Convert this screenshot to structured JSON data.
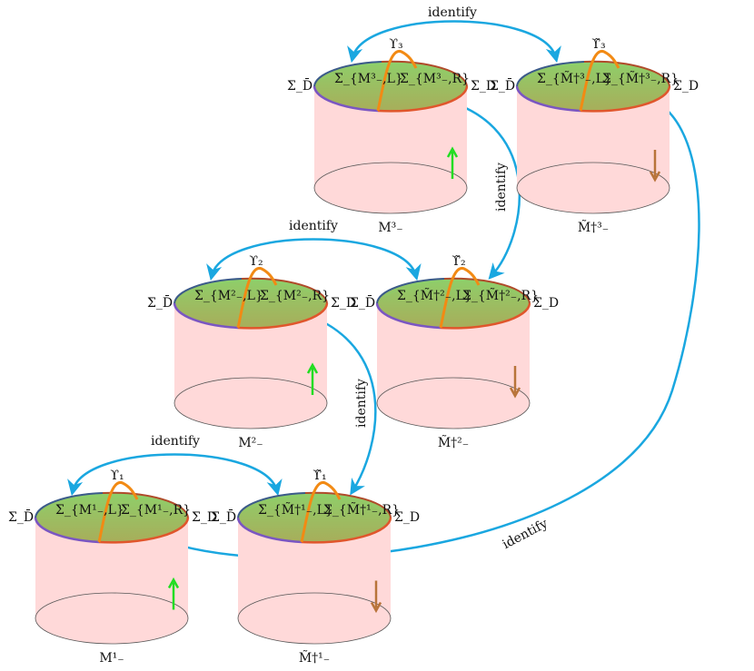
{
  "colors": {
    "body_fill": "#ffd9d9",
    "top_fill_light": "#8ecf6a",
    "top_fill_dark": "#a8ad5a",
    "left_rim": "#7a56c2",
    "right_rim": "#e0562c",
    "dividing_curve": "#f28a14",
    "identify_arrow": "#1aa7e0",
    "up_arrow": "#22dd22",
    "down_arrow": "#b8743a"
  },
  "identify_label": "identify",
  "cylinders": [
    {
      "id": "m3",
      "top_curve_label": "ϒ₃",
      "left_region": "Σ_{M³₋,L}",
      "right_region": "Σ_{M³₋,R}",
      "left_boundary": "Σ_D̄",
      "right_boundary": "Σ_D",
      "bottom_label": "M³₋",
      "arrow": "up"
    },
    {
      "id": "mt3",
      "top_curve_label": "ϒ̃₃",
      "left_region": "Σ_{M̃†³₋,L}",
      "right_region": "Σ_{M̃†³₋,R}",
      "left_boundary": "Σ_D̄",
      "right_boundary": "Σ_D",
      "bottom_label": "M̃†³₋",
      "arrow": "down"
    },
    {
      "id": "m2",
      "top_curve_label": "ϒ₂",
      "left_region": "Σ_{M²₋,L}",
      "right_region": "Σ_{M²₋,R}",
      "left_boundary": "Σ_D̄",
      "right_boundary": "Σ_D",
      "bottom_label": "M²₋",
      "arrow": "up"
    },
    {
      "id": "mt2",
      "top_curve_label": "ϒ̃₂",
      "left_region": "Σ_{M̃†²₋,L}",
      "right_region": "Σ_{M̃†²₋,R}",
      "left_boundary": "Σ_D̄",
      "right_boundary": "Σ_D",
      "bottom_label": "M̃†²₋",
      "arrow": "down"
    },
    {
      "id": "m1",
      "top_curve_label": "ϒ₁",
      "left_region": "Σ_{M¹₋,L}",
      "right_region": "Σ_{M¹₋,R}",
      "left_boundary": "Σ_D̄",
      "right_boundary": "Σ_D",
      "bottom_label": "M¹₋",
      "arrow": "up"
    },
    {
      "id": "mt1",
      "top_curve_label": "ϒ̃₁",
      "left_region": "Σ_{M̃†¹₋,L}",
      "right_region": "Σ_{M̃†¹₋,R}",
      "left_boundary": "Σ_D̄",
      "right_boundary": "Σ_D",
      "bottom_label": "M̃†¹₋",
      "arrow": "down"
    }
  ]
}
